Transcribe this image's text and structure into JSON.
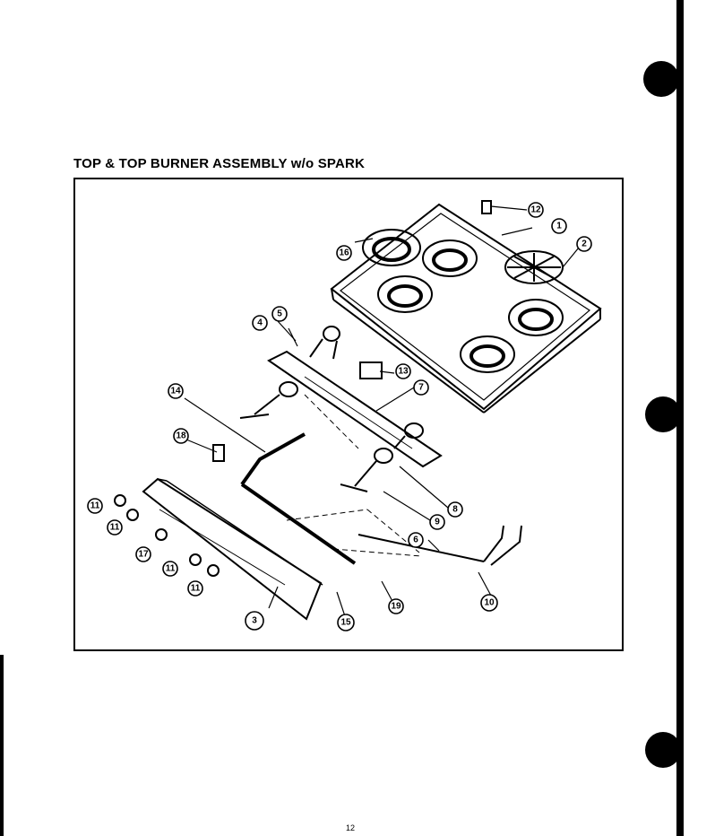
{
  "page": {
    "title": "TOP & TOP BURNER ASSEMBLY w/o SPARK",
    "page_number": "12"
  },
  "callouts": [
    "1",
    "2",
    "3",
    "4",
    "5",
    "6",
    "7",
    "8",
    "9",
    "10",
    "11",
    "12",
    "13",
    "14",
    "15",
    "16",
    "17",
    "18",
    "19"
  ]
}
